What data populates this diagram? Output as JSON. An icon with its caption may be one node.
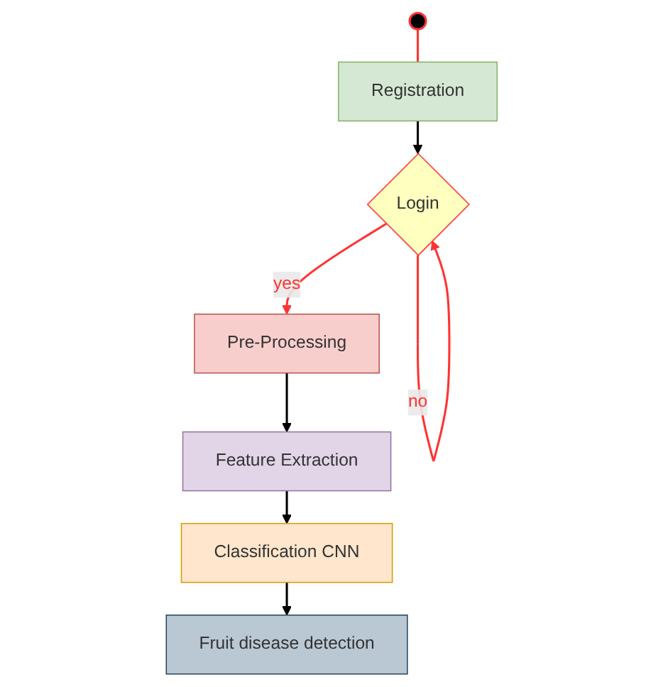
{
  "diagram": {
    "nodes": [
      {
        "text": [],
        "shape": "circle"
      },
      {
        "text": [
          "Registration"
        ]
      },
      {
        "text": [
          "Login"
        ]
      },
      {
        "text": [
          "Pre-Processing"
        ]
      },
      {
        "text": [
          "Feature Extraction"
        ]
      },
      {
        "text": [
          "Classification CNN"
        ]
      },
      {
        "text": [
          "Fruit disease detection"
        ]
      }
    ],
    "edges": [
      {
        "from": 0,
        "to": 1,
        "arrow": "none",
        "color": "#ff3333"
      },
      {
        "from": 1,
        "to": 2,
        "arrow": "to"
      },
      {
        "from": 2,
        "to": 2,
        "label": "no",
        "arrow": "to",
        "color": "#ff3333"
      },
      {
        "from": 2,
        "to": 3,
        "label": "yes",
        "arrow": "to",
        "color": "#ff3333"
      },
      {
        "from": 3,
        "to": 4,
        "arrow": "to"
      },
      {
        "from": 4,
        "to": 5,
        "arrow": "to"
      },
      {
        "from": 5,
        "to": 6,
        "arrow": "to"
      }
    ]
  }
}
